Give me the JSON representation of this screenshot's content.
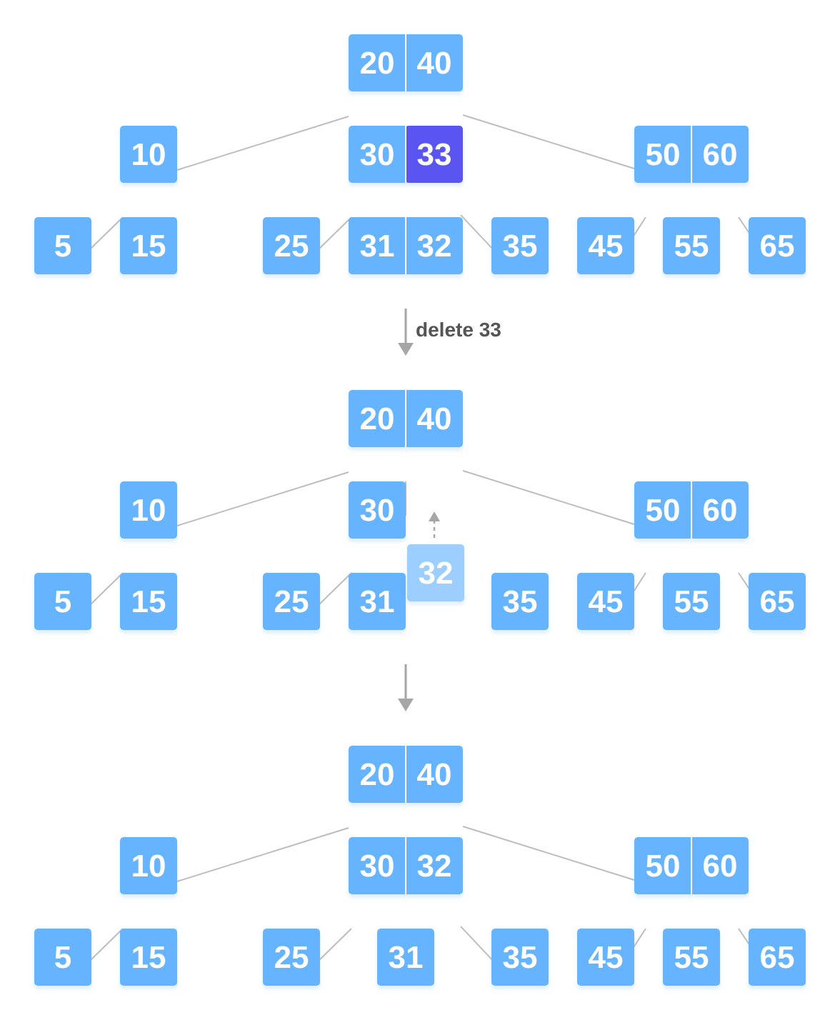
{
  "colors": {
    "node": "#66b3ff",
    "highlight": "#5a55f0",
    "ghost": "#9ccfff",
    "edge": "#bdbdbd",
    "arrow": "#a6a6a6",
    "label": "#555555"
  },
  "steps": [
    {
      "id": "before",
      "nodes": [
        {
          "id": "root",
          "keys": [
            "20",
            "40"
          ]
        },
        {
          "id": "n10",
          "keys": [
            "10"
          ]
        },
        {
          "id": "n30",
          "keys": [
            "30",
            "33"
          ],
          "highlight": [
            1
          ]
        },
        {
          "id": "n5060",
          "keys": [
            "50",
            "60"
          ]
        },
        {
          "id": "l5",
          "keys": [
            "5"
          ]
        },
        {
          "id": "l15",
          "keys": [
            "15"
          ]
        },
        {
          "id": "l25",
          "keys": [
            "25"
          ]
        },
        {
          "id": "l3132",
          "keys": [
            "31",
            "32"
          ]
        },
        {
          "id": "l35",
          "keys": [
            "35"
          ]
        },
        {
          "id": "l45",
          "keys": [
            "45"
          ]
        },
        {
          "id": "l55",
          "keys": [
            "55"
          ]
        },
        {
          "id": "l65",
          "keys": [
            "65"
          ]
        }
      ]
    },
    {
      "id": "middle",
      "nodes": [
        {
          "id": "root",
          "keys": [
            "20",
            "40"
          ]
        },
        {
          "id": "n10",
          "keys": [
            "10"
          ]
        },
        {
          "id": "n30",
          "keys": [
            "30"
          ]
        },
        {
          "id": "n5060",
          "keys": [
            "50",
            "60"
          ]
        },
        {
          "id": "l5",
          "keys": [
            "5"
          ]
        },
        {
          "id": "l15",
          "keys": [
            "15"
          ]
        },
        {
          "id": "l25",
          "keys": [
            "25"
          ]
        },
        {
          "id": "l31",
          "keys": [
            "31"
          ]
        },
        {
          "id": "g32",
          "keys": [
            "32"
          ],
          "ghost": true
        },
        {
          "id": "l35",
          "keys": [
            "35"
          ]
        },
        {
          "id": "l45",
          "keys": [
            "45"
          ]
        },
        {
          "id": "l55",
          "keys": [
            "55"
          ]
        },
        {
          "id": "l65",
          "keys": [
            "65"
          ]
        }
      ]
    },
    {
      "id": "after",
      "nodes": [
        {
          "id": "root",
          "keys": [
            "20",
            "40"
          ]
        },
        {
          "id": "n10",
          "keys": [
            "10"
          ]
        },
        {
          "id": "n3032",
          "keys": [
            "30",
            "32"
          ]
        },
        {
          "id": "n5060",
          "keys": [
            "50",
            "60"
          ]
        },
        {
          "id": "l5",
          "keys": [
            "5"
          ]
        },
        {
          "id": "l15",
          "keys": [
            "15"
          ]
        },
        {
          "id": "l25",
          "keys": [
            "25"
          ]
        },
        {
          "id": "l31",
          "keys": [
            "31"
          ]
        },
        {
          "id": "l35",
          "keys": [
            "35"
          ]
        },
        {
          "id": "l45",
          "keys": [
            "45"
          ]
        },
        {
          "id": "l55",
          "keys": [
            "55"
          ]
        },
        {
          "id": "l65",
          "keys": [
            "65"
          ]
        }
      ]
    }
  ],
  "transitions": [
    {
      "label": "delete 33"
    },
    {
      "label": ""
    }
  ]
}
